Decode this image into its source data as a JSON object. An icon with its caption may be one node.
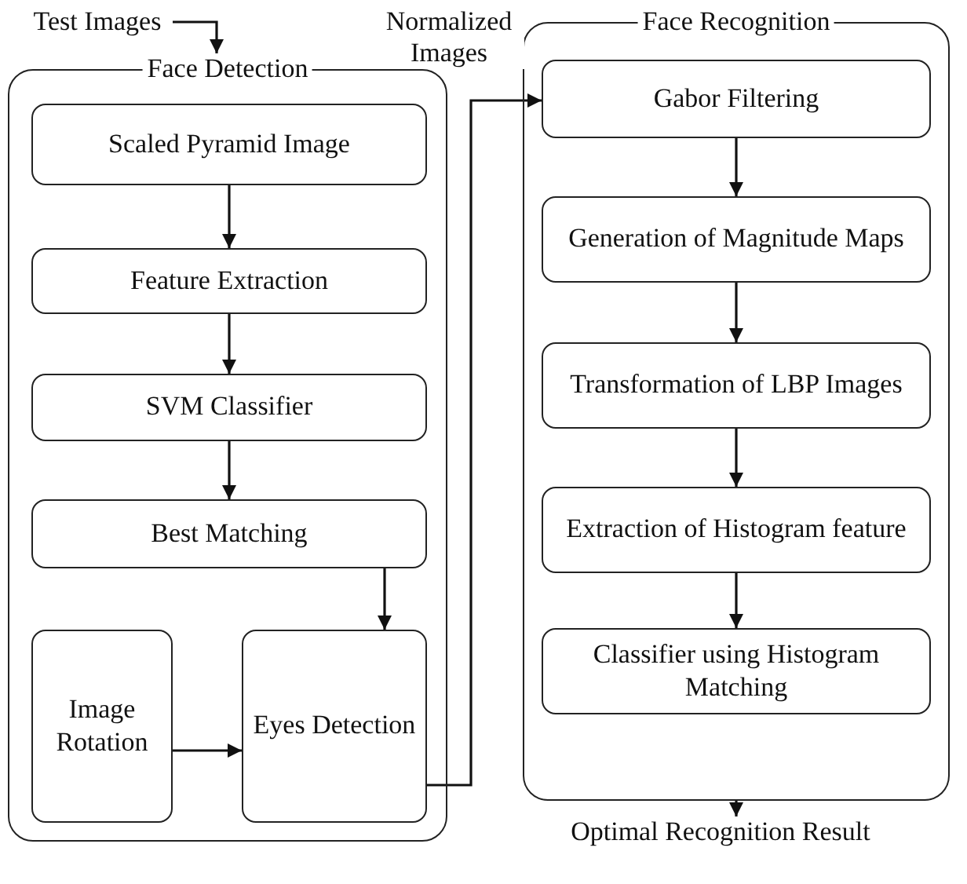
{
  "diagram": {
    "nodes": [
      {
        "text": [
          "Test Images"
        ]
      },
      {
        "text": [
          "Face Detection"
        ]
      },
      {
        "text": [
          "Scaled Pyramid Image"
        ],
        "in": 1
      },
      {
        "text": [
          "Feature Extraction"
        ],
        "in": 1
      },
      {
        "text": [
          "SVM Classifier"
        ],
        "in": 1
      },
      {
        "text": [
          "Best Matching"
        ],
        "in": 1
      },
      {
        "text": [
          "Image Rotation"
        ],
        "in": 1
      },
      {
        "text": [
          "Eyes Detection"
        ],
        "in": 1
      },
      {
        "text": [
          "Face Recognition"
        ]
      },
      {
        "text": [
          "Gabor Filtering"
        ],
        "in": 8
      },
      {
        "text": [
          "Generation of Magnitude Maps"
        ],
        "in": 8
      },
      {
        "text": [
          "Transformation of LBP Images"
        ],
        "in": 8
      },
      {
        "text": [
          "Extraction of Histogram feature"
        ],
        "in": 8
      },
      {
        "text": [
          "Classifier using Histogram Matching"
        ],
        "in": 8
      },
      {
        "text": [
          "Optimal Recognition Result"
        ]
      }
    ],
    "edges": [
      {
        "from": 0,
        "to": 1,
        "arrow": "to"
      },
      {
        "from": 2,
        "to": 3,
        "arrow": "to"
      },
      {
        "from": 3,
        "to": 4,
        "arrow": "to"
      },
      {
        "from": 4,
        "to": 5,
        "arrow": "to"
      },
      {
        "from": 5,
        "to": 7,
        "arrow": "to"
      },
      {
        "from": 6,
        "to": 7,
        "arrow": "to"
      },
      {
        "from": 7,
        "to": 9,
        "arrow": "to",
        "label": "Normalized Images"
      },
      {
        "from": 9,
        "to": 10,
        "arrow": "to"
      },
      {
        "from": 10,
        "to": 11,
        "arrow": "to"
      },
      {
        "from": 11,
        "to": 12,
        "arrow": "to"
      },
      {
        "from": 12,
        "to": 13,
        "arrow": "to"
      },
      {
        "from": 8,
        "to": 14,
        "arrow": "to"
      }
    ]
  }
}
